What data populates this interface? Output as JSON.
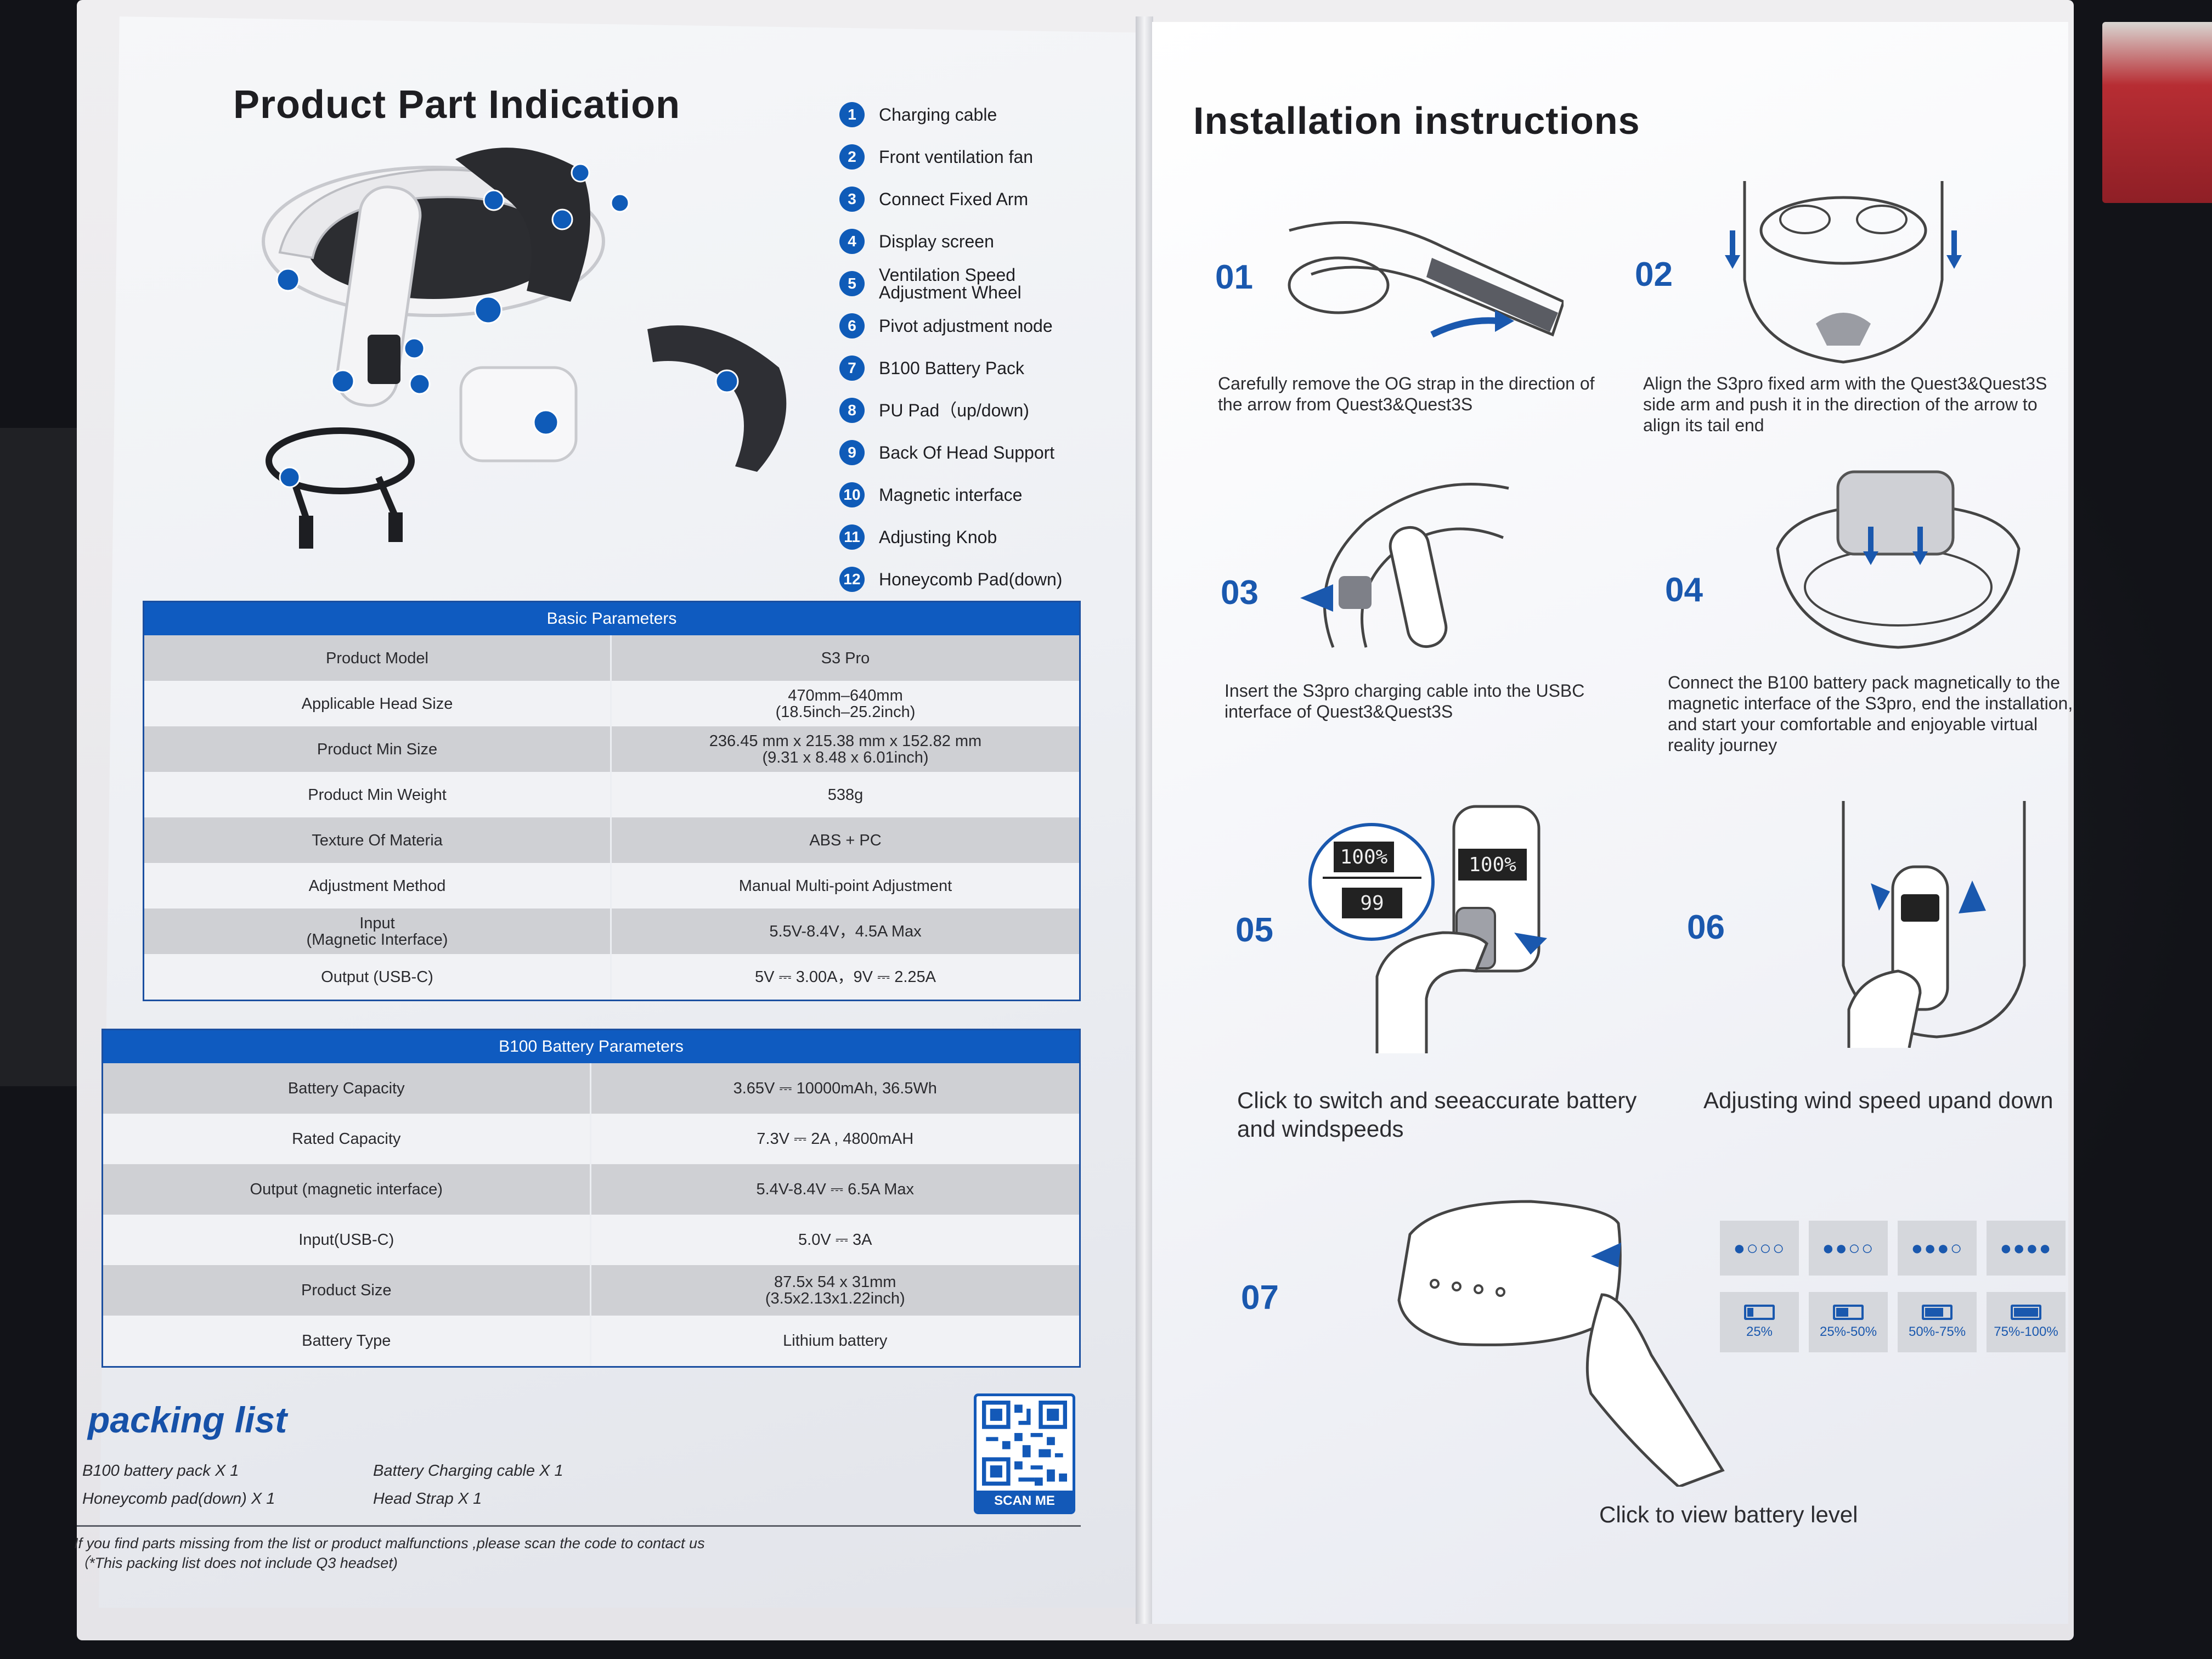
{
  "left_page": {
    "title": "Product Part Indication",
    "parts": [
      {
        "num": "1",
        "label": "Charging cable"
      },
      {
        "num": "2",
        "label": "Front ventilation fan"
      },
      {
        "num": "3",
        "label": "Connect Fixed Arm"
      },
      {
        "num": "4",
        "label": "Display screen"
      },
      {
        "num": "5",
        "label": "Ventilation Speed\nAdjustment Wheel"
      },
      {
        "num": "6",
        "label": "Pivot adjustment node"
      },
      {
        "num": "7",
        "label": "B100 Battery Pack"
      },
      {
        "num": "8",
        "label": "PU Pad（up/down)"
      },
      {
        "num": "9",
        "label": "Back Of Head Support"
      },
      {
        "num": "10",
        "label": "Magnetic interface"
      },
      {
        "num": "11",
        "label": "Adjusting Knob"
      },
      {
        "num": "12",
        "label": "Honeycomb Pad(down)"
      }
    ],
    "basic_params": {
      "header": "Basic Parameters",
      "rows": [
        {
          "k": "Product Model",
          "v": "S3 Pro"
        },
        {
          "k": "Applicable Head Size",
          "v": "470mm–640mm\n(18.5inch–25.2inch)"
        },
        {
          "k": "Product Min Size",
          "v": "236.45 mm x 215.38 mm x 152.82 mm\n(9.31 x 8.48 x 6.01inch)"
        },
        {
          "k": "Product Min Weight",
          "v": "538g"
        },
        {
          "k": "Texture Of Materia",
          "v": "ABS + PC"
        },
        {
          "k": "Adjustment Method",
          "v": "Manual Multi-point Adjustment"
        },
        {
          "k": "Input\n(Magnetic Interface)",
          "v": "5.5V-8.4V，4.5A Max"
        },
        {
          "k": "Output (USB-C)",
          "v": "5V ⎓ 3.00A，9V ⎓ 2.25A"
        }
      ]
    },
    "battery_params": {
      "header": "B100 Battery Parameters",
      "rows": [
        {
          "k": "Battery Capacity",
          "v": "3.65V ⎓ 10000mAh, 36.5Wh"
        },
        {
          "k": "Rated Capacity",
          "v": "7.3V ⎓ 2A , 4800mAH"
        },
        {
          "k": "Output (magnetic interface)",
          "v": "5.4V-8.4V ⎓ 6.5A Max"
        },
        {
          "k": "Input(USB-C)",
          "v": "5.0V ⎓ 3A"
        },
        {
          "k": "Product Size",
          "v": "87.5x 54 x 31mm\n(3.5x2.13x1.22inch)"
        },
        {
          "k": "Battery Type",
          "v": "Lithium battery"
        }
      ]
    },
    "packing": {
      "title": "packing list",
      "items": [
        "B100 battery pack  X 1",
        "Battery Charging cable  X 1",
        "Honeycomb pad(down) X 1",
        "Head Strap  X 1"
      ],
      "note": "If you find parts missing from the list or product malfunctions ,please scan the code to contact us （*This packing list does not include Q3 headset)",
      "qr_label": "SCAN ME"
    }
  },
  "right_page": {
    "title": "Installation instructions",
    "steps": [
      {
        "num": "01",
        "caption": "Carefully remove the OG strap in the direction of the arrow from Quest3&Quest3S"
      },
      {
        "num": "02",
        "caption": "Align the S3pro fixed arm with the Quest3&Quest3S side arm and push it in the direction of the arrow to align its tail end"
      },
      {
        "num": "03",
        "caption": "Insert the S3pro charging cable into the USBC interface of Quest3&Quest3S"
      },
      {
        "num": "04",
        "caption": "Connect the B100 battery pack magnetically to the magnetic interface of the S3pro, end the installation, and start your comfortable and enjoyable virtual reality journey"
      },
      {
        "num": "05",
        "caption": "Click to switch and seeaccurate battery and windspeeds"
      },
      {
        "num": "06",
        "caption": "Adjusting wind speed upand down"
      },
      {
        "num": "07",
        "caption": "Click to view battery level"
      }
    ],
    "display_readouts": [
      "100%",
      "99",
      "100%"
    ],
    "battery_levels": [
      "25%",
      "25%-50%",
      "50%-75%",
      "75%-100%"
    ],
    "battery_level_fill_fraction": [
      0.25,
      0.5,
      0.75,
      1.0
    ]
  },
  "colors": {
    "accent_blue": "#0f5bc0",
    "table_dark_row": "#cfd0d4",
    "table_light_row": "#f1f2f5"
  }
}
